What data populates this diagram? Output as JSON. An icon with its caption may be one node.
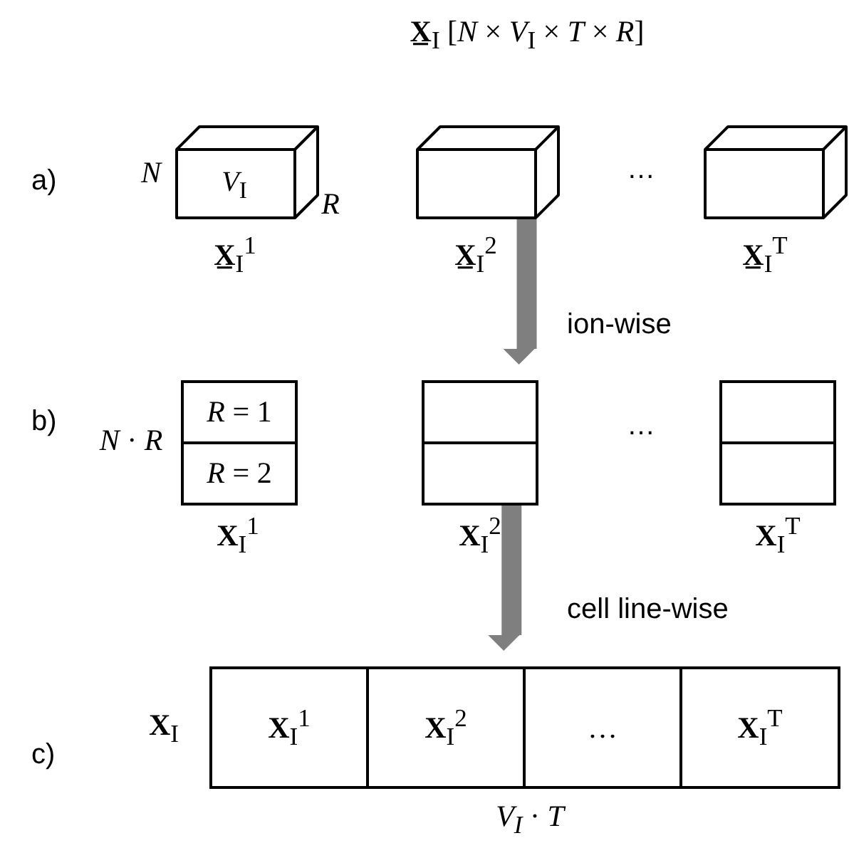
{
  "diagram": {
    "title": "**X̲**$_{I}$ [*N* × *V*$_{I}$ × *T* × *R*]",
    "nodes": [
      {
        "text": [
          "*V*$_{I}$"
        ],
        "beside": [
          "*N*",
          "*R*",
          "**X̲**$_{I}$$^{1}$"
        ]
      },
      {
        "text": [],
        "shape": "cuboid",
        "beside": [
          "**X̲**$_{I}$$^{2}$"
        ]
      },
      {
        "text": [],
        "shape": "cuboid",
        "beside": [
          "**X̲**$_{I}$$^{T}$"
        ]
      },
      {
        "text": [
          "*R* = 1",
          "*R* = 2"
        ],
        "beside": [
          "*N* · *R*",
          "**X**$_{I}$$^{1}$"
        ]
      },
      {
        "text": [],
        "shape": "box",
        "beside": [
          "**X**$_{I}$$^{2}$"
        ]
      },
      {
        "text": [],
        "shape": "box",
        "beside": [
          "**X**$_{I}$$^{T}$"
        ]
      },
      {
        "text": [],
        "shape": "box",
        "beside": [
          "**X**$_{I}$",
          "*V$_{I}$* · *T*"
        ]
      },
      {
        "text": [
          "**X**$_{I}$$^{1}$"
        ],
        "in": 6
      },
      {
        "text": [
          "**X**$_{I}$$^{2}$"
        ],
        "in": 6
      },
      {
        "text": [
          "…"
        ],
        "in": 6
      },
      {
        "text": [
          "**X**$_{I}$$^{T}$"
        ],
        "in": 6
      }
    ],
    "edges": [
      {
        "from": 1,
        "to": 4,
        "arrow": "to",
        "label": "ion-wise"
      },
      {
        "from": 4,
        "to": 6,
        "arrow": "to",
        "label": "cell line-wise"
      }
    ],
    "labels": [
      "a)",
      "…",
      "b)",
      "…",
      "c)"
    ]
  }
}
